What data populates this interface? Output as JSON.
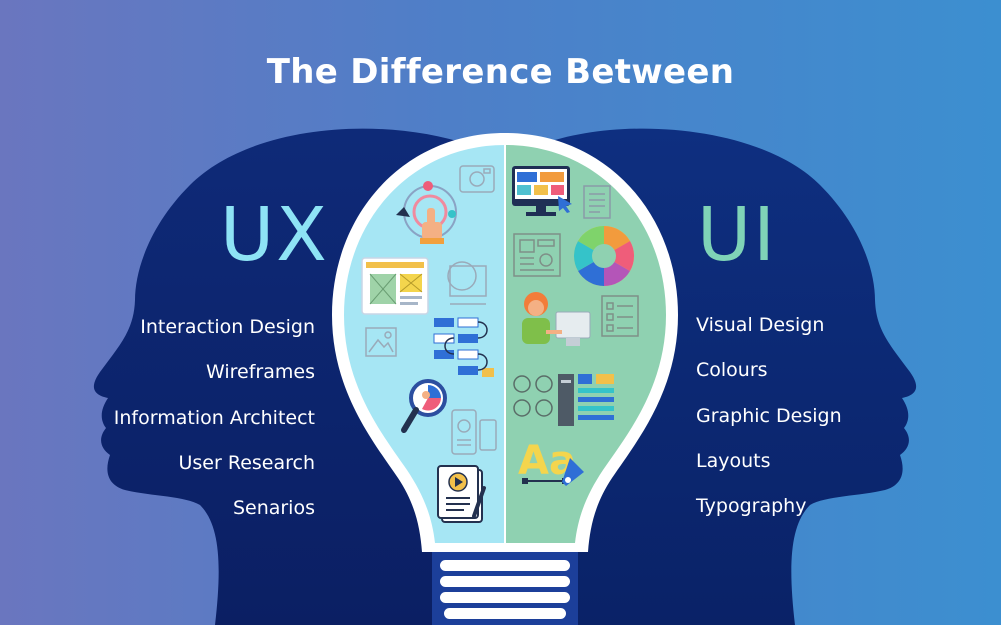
{
  "title": "The Difference Between",
  "ux": {
    "label": "UX",
    "items": [
      "Interaction Design",
      "Wireframes",
      "Information Architect",
      "User Research",
      "Senarios"
    ]
  },
  "ui": {
    "label": "UI",
    "items": [
      "Visual Design",
      "Colours",
      "Graphic Design",
      "Layouts",
      "Typography"
    ]
  },
  "colors": {
    "background_left": "#6a76bf",
    "background_right": "#3c8fd0",
    "head_navy": "#0d2672",
    "ux_accent": "#8ee3f5",
    "ui_accent": "#7fd3b7",
    "bulb_left_fill": "#a6e6f4",
    "bulb_right_fill": "#8fd1b1"
  },
  "icons": {
    "left": [
      "target-hand-icon",
      "camera-sketch-icon",
      "wireframe-card-icon",
      "crop-frame-icon",
      "flowchart-icon",
      "image-placeholder-icon",
      "magnifier-chart-icon",
      "mobile-profile-icon",
      "document-video-icon"
    ],
    "right": [
      "monitor-ui-icon",
      "document-lines-icon",
      "layout-sketch-icon",
      "color-wheel-icon",
      "designer-person-icon",
      "checklist-icon",
      "mockup-panels-icon",
      "typography-pen-icon"
    ]
  },
  "typography_glyph": "Aa"
}
